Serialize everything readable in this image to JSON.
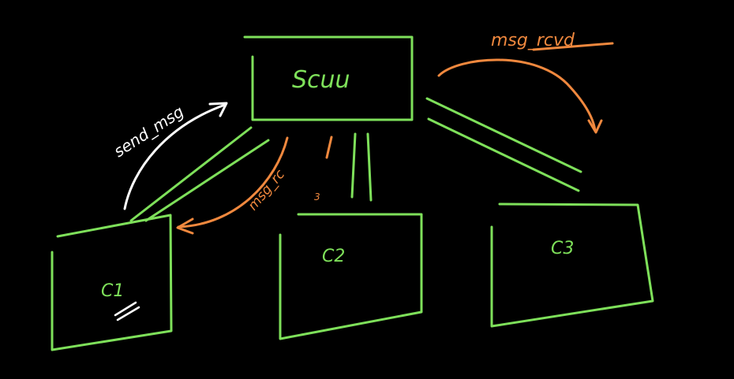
{
  "diagram": {
    "server_label": "Scuu",
    "clients": [
      {
        "label": "C1"
      },
      {
        "label": "C2"
      },
      {
        "label": "C3"
      }
    ],
    "annotations": {
      "send_msg": "send_msg",
      "msg_rcvd": "msg_rcvd",
      "msg_rcvd_small": "msg_rc",
      "tick_mark": "3"
    },
    "colors": {
      "background": "#000000",
      "box_stroke": "#7ee05a",
      "box_label": "#7ee05a",
      "orange": "#f0883e",
      "white": "#ffffff"
    }
  }
}
